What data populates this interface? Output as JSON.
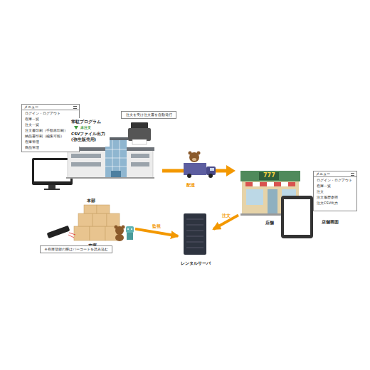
{
  "diagram": {
    "nodes": [
      {
        "text": [
          "メニュー",
          "ログイン・ログアウト",
          "在庫一覧",
          "注文一覧",
          "注文書印刷（手動再印刷）",
          "納品書印刷（編集可能）",
          "在庫管理",
          "商品管理"
        ]
      },
      {
        "text": [
          "常駐プログラム",
          "未注文",
          "CSVファイル出力 (弥生販売用)"
        ]
      },
      {
        "text": [
          "注文を受け注文書を自動発行"
        ]
      },
      {
        "text": [
          "店舗"
        ]
      },
      {
        "text": [
          "メニュー",
          "ログイン・ログアウト",
          "在庫一覧",
          "注文",
          "注文履歴参照",
          "注文CSV出力"
        ]
      },
      {
        "text": [
          "本部",
          "在庫"
        ]
      },
      {
        "text": [
          "※在庫登録の際はバーコードを読み込む"
        ]
      },
      {
        "text": [
          "レンタルサーバ"
        ]
      }
    ],
    "edges": [
      {
        "from": 5,
        "to": 7,
        "label": "監視",
        "arrow": "to"
      },
      {
        "from": 3,
        "to": 7,
        "label": "注文",
        "arrow": "to"
      }
    ],
    "labels": [
      "配達",
      "777",
      "店舗画面"
    ]
  }
}
